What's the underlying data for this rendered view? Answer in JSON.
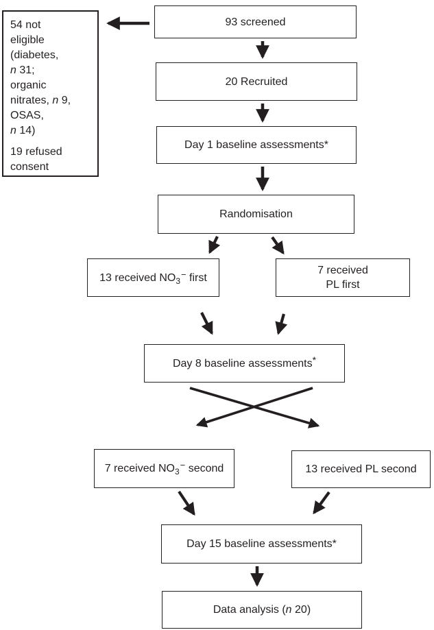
{
  "figure_type": "trial-flow-diagram",
  "colors": {
    "background": "#ffffff",
    "box_border": "#231f20",
    "text": "#231f20",
    "arrow": "#231f20"
  },
  "eligibility_note": {
    "line1": "54 not",
    "line2": "eligible",
    "line3": "(diabetes,",
    "line4_n": "n",
    "line4_rest": " 31;",
    "line5": "organic",
    "line6_pre": "nitrates, ",
    "line6_n": "n",
    "line6_rest": " 9,",
    "line7": "OSAS,",
    "line8_n": "n",
    "line8_rest": " 14)",
    "line9": "19 refused",
    "line10": "consent"
  },
  "nodes": {
    "screened": {
      "label": "93 screened"
    },
    "recruited": {
      "label": "20 Recruited"
    },
    "day1": {
      "label": "Day 1 baseline assessments*"
    },
    "randomisation": {
      "label": "Randomisation"
    },
    "no3_first": {
      "pre": "13 received NO",
      "sub": "3",
      "sup": "−",
      "post": " first"
    },
    "pl_first": {
      "line1": "7 received",
      "line2": "PL first"
    },
    "day8": {
      "label": "Day 8 baseline assessments",
      "asterisk": "*"
    },
    "no3_second": {
      "pre": "7 received NO",
      "sub": "3",
      "sup": "−",
      "post": " second"
    },
    "pl_second": {
      "label": "13 received PL second"
    },
    "day15": {
      "label": "Day 15 baseline assessments*"
    },
    "analysis": {
      "pre": "Data analysis (",
      "italic_n": "n",
      "post": " 20)"
    }
  },
  "edges": [
    {
      "from": "93 screened",
      "to": "54 not eligible / 19 refused consent"
    },
    {
      "from": "93 screened",
      "to": "20 Recruited"
    },
    {
      "from": "20 Recruited",
      "to": "Day 1 baseline assessments*"
    },
    {
      "from": "Day 1 baseline assessments*",
      "to": "Randomisation"
    },
    {
      "from": "Randomisation",
      "to": "13 received NO3− first"
    },
    {
      "from": "Randomisation",
      "to": "7 received PL first"
    },
    {
      "from": "13 received NO3− first",
      "to": "Day 8 baseline assessments*"
    },
    {
      "from": "7 received PL first",
      "to": "Day 8 baseline assessments*"
    },
    {
      "from": "Day 8 baseline assessments*",
      "to": "13 received PL second"
    },
    {
      "from": "Day 8 baseline assessments*",
      "to": "7 received NO3− second"
    },
    {
      "from": "7 received NO3− second",
      "to": "Day 15 baseline assessments*"
    },
    {
      "from": "13 received PL second",
      "to": "Day 15 baseline assessments*"
    },
    {
      "from": "Day 15 baseline assessments*",
      "to": "Data analysis (n 20)"
    }
  ]
}
